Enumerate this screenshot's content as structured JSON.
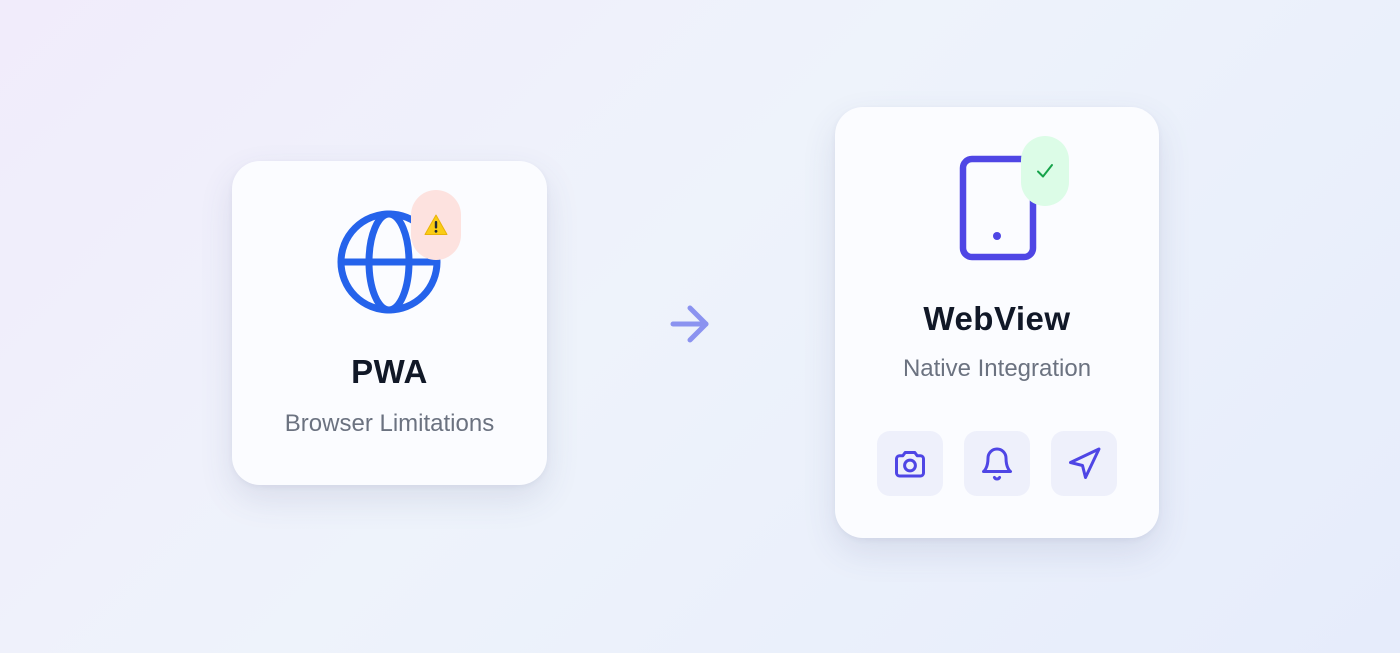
{
  "cards": {
    "pwa": {
      "title": "PWA",
      "subtitle": "Browser Limitations",
      "icon": "globe-icon",
      "badge": "warning-icon"
    },
    "webview": {
      "title": "WebView",
      "subtitle": "Native Integration",
      "icon": "tablet-icon",
      "badge": "check-icon",
      "features": [
        "camera-icon",
        "bell-icon",
        "navigation-icon"
      ]
    }
  },
  "connector": "arrow-right-icon",
  "colors": {
    "globe": "#2563eb",
    "device": "#4f46e5",
    "warning_badge_bg": "#fde2df",
    "success_badge_bg": "#dcfce7",
    "check": "#16a34a",
    "arrow": "#8b93f0",
    "title": "#111827",
    "subtitle": "#6b7280"
  }
}
